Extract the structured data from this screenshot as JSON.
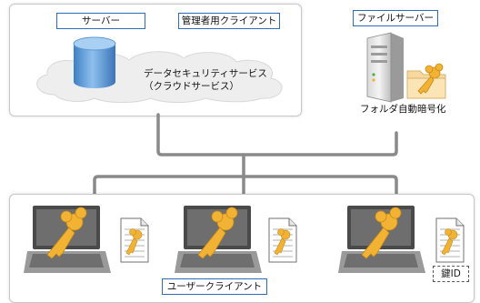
{
  "server_panel": {
    "server_tag": "サーバー",
    "admin_tag": "管理者用クライアント",
    "service_line1": "データセキュリティサービス",
    "service_line2": "（クラウドサービス）"
  },
  "file_server": {
    "tag": "ファイルサーバー",
    "caption": "フォルダ自動暗号化"
  },
  "user_panel": {
    "tag": "ユーザークライアント",
    "key_id_label": "鍵ID"
  },
  "colors": {
    "tag_border": "#2e6db4",
    "line": "#8a8a8a",
    "cylinder": "#5b9bd5",
    "key": "#f2b234",
    "cloud_fill": "#eeeeee"
  },
  "icons": [
    "database-cylinder-icon",
    "cloud-icon",
    "server-tower-icon",
    "folder-key-icon",
    "laptop-key-icon",
    "document-key-icon"
  ]
}
